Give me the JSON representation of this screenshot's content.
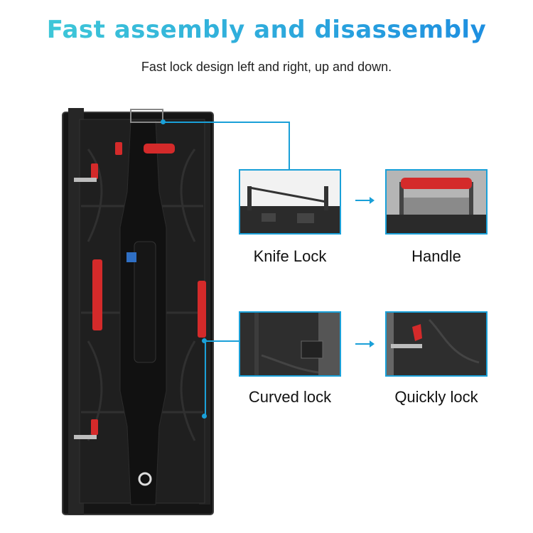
{
  "header": {
    "title": "Fast assembly and disassembly",
    "subtitle": "Fast lock design left and right, up and down."
  },
  "features": [
    {
      "label": "Knife Lock"
    },
    {
      "label": "Handle"
    },
    {
      "label": "Curved lock"
    },
    {
      "label": "Quickly lock"
    }
  ],
  "colors": {
    "accent": "#1aa0d8",
    "title_gradient_start": "#3ec7d8",
    "title_gradient_end": "#1e8fe0",
    "panel_body": "#1c1c1c",
    "lock_red": "#d42a2a"
  }
}
